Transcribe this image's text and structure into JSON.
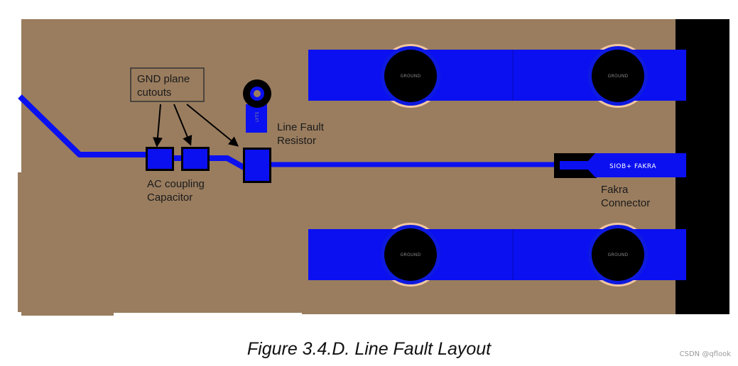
{
  "labels": {
    "gnd_cutouts": [
      "GND plane",
      "cutouts"
    ],
    "line_fault_resistor": [
      "Line Fault",
      "Resistor"
    ],
    "ac_coupling_capacitor": [
      "AC coupling",
      "Capacitor"
    ],
    "fakra_connector": [
      "Fakra",
      "Connector"
    ]
  },
  "pads": {
    "ground": "GROUND",
    "resistor_part": "LYT5"
  },
  "connector_trace_label": "SIOB+  FAKRA",
  "caption": "Figure 3.4.D. Line Fault Layout",
  "credit": "CSDN @qflook",
  "colors": {
    "board": "#9a7d5f",
    "copper": "#0b10f0",
    "pad": "#000000",
    "pad_halo": "#f2c6a0",
    "edge": "#000000"
  }
}
